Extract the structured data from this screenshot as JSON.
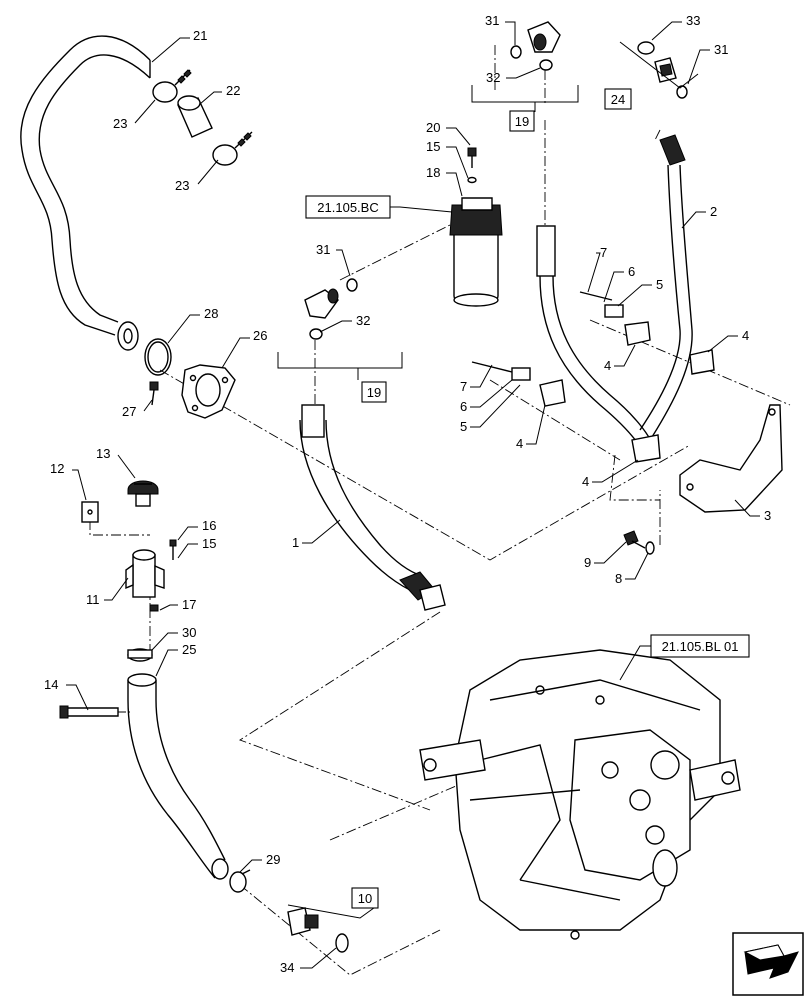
{
  "callouts": [
    {
      "id": "c21",
      "text": "21"
    },
    {
      "id": "c22",
      "text": "22"
    },
    {
      "id": "c23a",
      "text": "23"
    },
    {
      "id": "c23b",
      "text": "23"
    },
    {
      "id": "c28",
      "text": "28"
    },
    {
      "id": "c26",
      "text": "26"
    },
    {
      "id": "c27",
      "text": "27"
    },
    {
      "id": "c13",
      "text": "13"
    },
    {
      "id": "c12",
      "text": "12"
    },
    {
      "id": "c16",
      "text": "16"
    },
    {
      "id": "c15a",
      "text": "15"
    },
    {
      "id": "c11",
      "text": "11"
    },
    {
      "id": "c17",
      "text": "17"
    },
    {
      "id": "c30",
      "text": "30"
    },
    {
      "id": "c25",
      "text": "25"
    },
    {
      "id": "c14",
      "text": "14"
    },
    {
      "id": "c29",
      "text": "29"
    },
    {
      "id": "c34",
      "text": "34"
    },
    {
      "id": "c1",
      "text": "1"
    },
    {
      "id": "c31a",
      "text": "31"
    },
    {
      "id": "c32a",
      "text": "32"
    },
    {
      "id": "c20",
      "text": "20"
    },
    {
      "id": "c15b",
      "text": "15"
    },
    {
      "id": "c18",
      "text": "18"
    },
    {
      "id": "c31b",
      "text": "31"
    },
    {
      "id": "c32b",
      "text": "32"
    },
    {
      "id": "c33",
      "text": "33"
    },
    {
      "id": "c31c",
      "text": "31"
    },
    {
      "id": "c2",
      "text": "2"
    },
    {
      "id": "c7a",
      "text": "7"
    },
    {
      "id": "c6a",
      "text": "6"
    },
    {
      "id": "c5a",
      "text": "5"
    },
    {
      "id": "c4a",
      "text": "4"
    },
    {
      "id": "c4b",
      "text": "4"
    },
    {
      "id": "c7b",
      "text": "7"
    },
    {
      "id": "c6b",
      "text": "6"
    },
    {
      "id": "c5b",
      "text": "5"
    },
    {
      "id": "c4c",
      "text": "4"
    },
    {
      "id": "c4d",
      "text": "4"
    },
    {
      "id": "c3",
      "text": "3"
    },
    {
      "id": "c9",
      "text": "9"
    },
    {
      "id": "c8",
      "text": "8"
    }
  ],
  "boxed_refs": {
    "ref19a": "19",
    "ref19b": "19",
    "ref24": "24",
    "ref10": "10"
  },
  "section_refs": {
    "bc": "21.105.BC",
    "bl": "21.105.BL 01"
  },
  "nav_icon": "arrow-icon"
}
